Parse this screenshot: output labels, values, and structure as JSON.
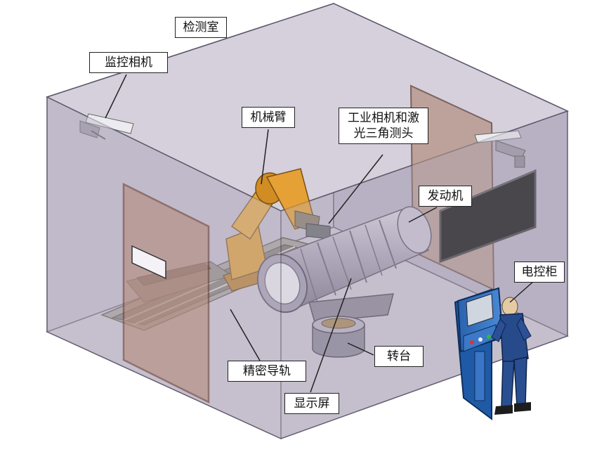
{
  "labels": {
    "room": "检测室",
    "monitor_camera": "监控相机",
    "robot_arm": "机械臂",
    "camera_laser_line1": "工业相机和激",
    "camera_laser_line2": "光三角测头",
    "engine": "发动机",
    "control_cabinet": "电控柜",
    "turntable": "转台",
    "precision_rail": "精密导轨",
    "display": "显示屏"
  },
  "colors": {
    "room_fill": "#c6bfcf",
    "room_edge": "#5b5567",
    "door": "#b88e80",
    "robot": "#e09b2d",
    "engine": "#b3adbd",
    "cabinet": "#2f6fc0",
    "operator": "#274a8a",
    "screen": "#151515",
    "rail": "#8f8a84"
  }
}
